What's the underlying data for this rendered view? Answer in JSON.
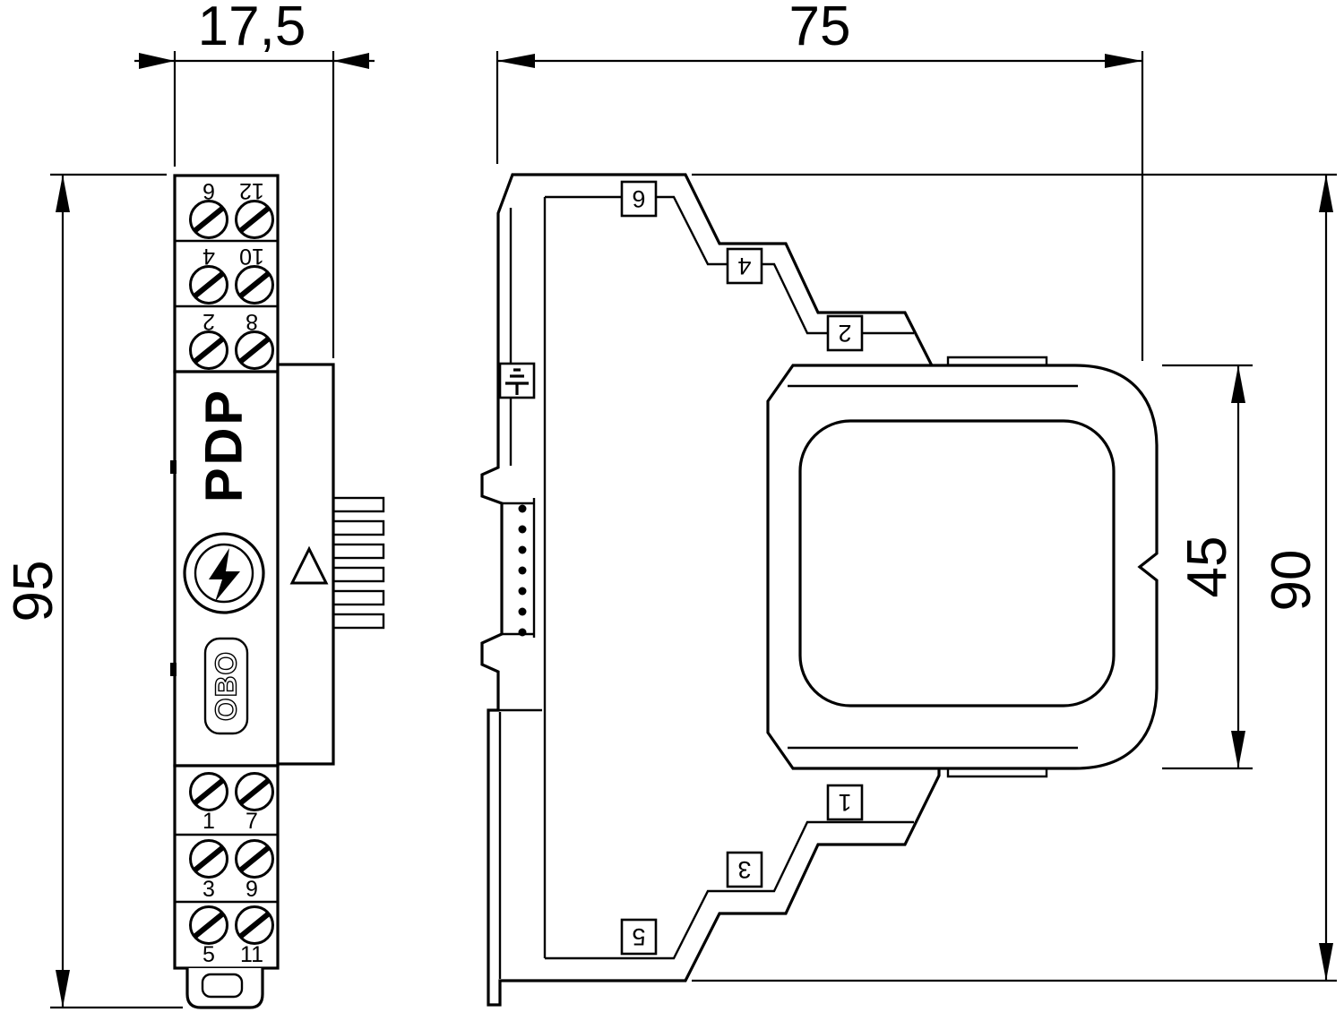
{
  "page": {
    "background": "#ffffff",
    "line_color": "#000000"
  },
  "dimensions": {
    "front_width_mm": "17,5",
    "front_height_mm": "95",
    "side_width_mm": "75",
    "side_height_mm": "90",
    "module_height_mm": "45"
  },
  "front_view": {
    "model_label": "PDP",
    "brand_label": "OBO",
    "top_terminals": [
      "6",
      "12",
      "4",
      "10",
      "2",
      "8"
    ],
    "bottom_terminals": [
      "1",
      "7",
      "3",
      "9",
      "5",
      "11"
    ]
  },
  "side_view": {
    "top_labels": [
      "6",
      "4",
      "2"
    ],
    "bottom_labels": [
      "1",
      "3",
      "5"
    ]
  }
}
